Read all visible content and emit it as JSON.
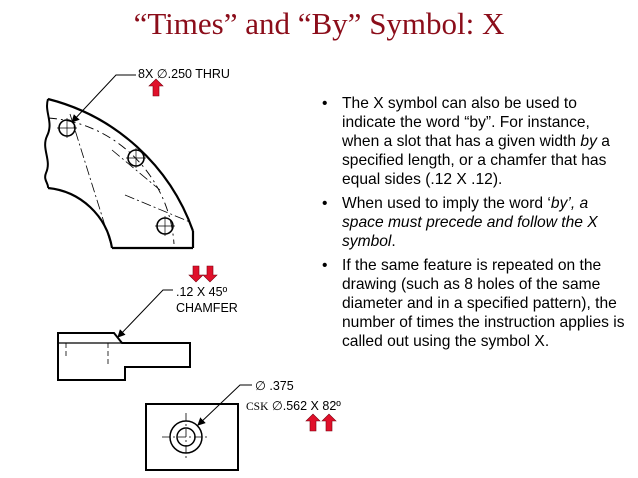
{
  "slide": {
    "title": "“Times” and “By” Symbol:   X",
    "accent_color": "#8b0d1a",
    "arrow_color": "#e0102a"
  },
  "bullets": [
    {
      "text": "The X symbol can also be used to indicate the word “by”. For instance, when a slot that has a given width ",
      "italic": "by",
      "tail": " a specified length, or a chamfer that has equal sides (.12 X .12)."
    },
    {
      "text": "When used to imply the word ‘",
      "italic": "by’, a space must precede and follow the X symbol",
      "tail": "."
    },
    {
      "text": "If the same feature is repeated on the drawing (such as 8 holes of the same diameter and in a specified pattern), the number of times the instruction applies is called out using the symbol X.",
      "italic": "",
      "tail": ""
    }
  ],
  "bullet_glyph": "•",
  "callouts": {
    "holes": {
      "count": "8X",
      "diameter_symbol": "∅",
      "value": ".250 THRU"
    },
    "chamfer": {
      "line1": ".12 X 45º",
      "line2": "CHAMFER"
    },
    "countersink": {
      "diameter_symbol": "∅",
      "hole": ".375",
      "csk_label": "CSK",
      "csk_value": ".562 X 82º"
    }
  }
}
